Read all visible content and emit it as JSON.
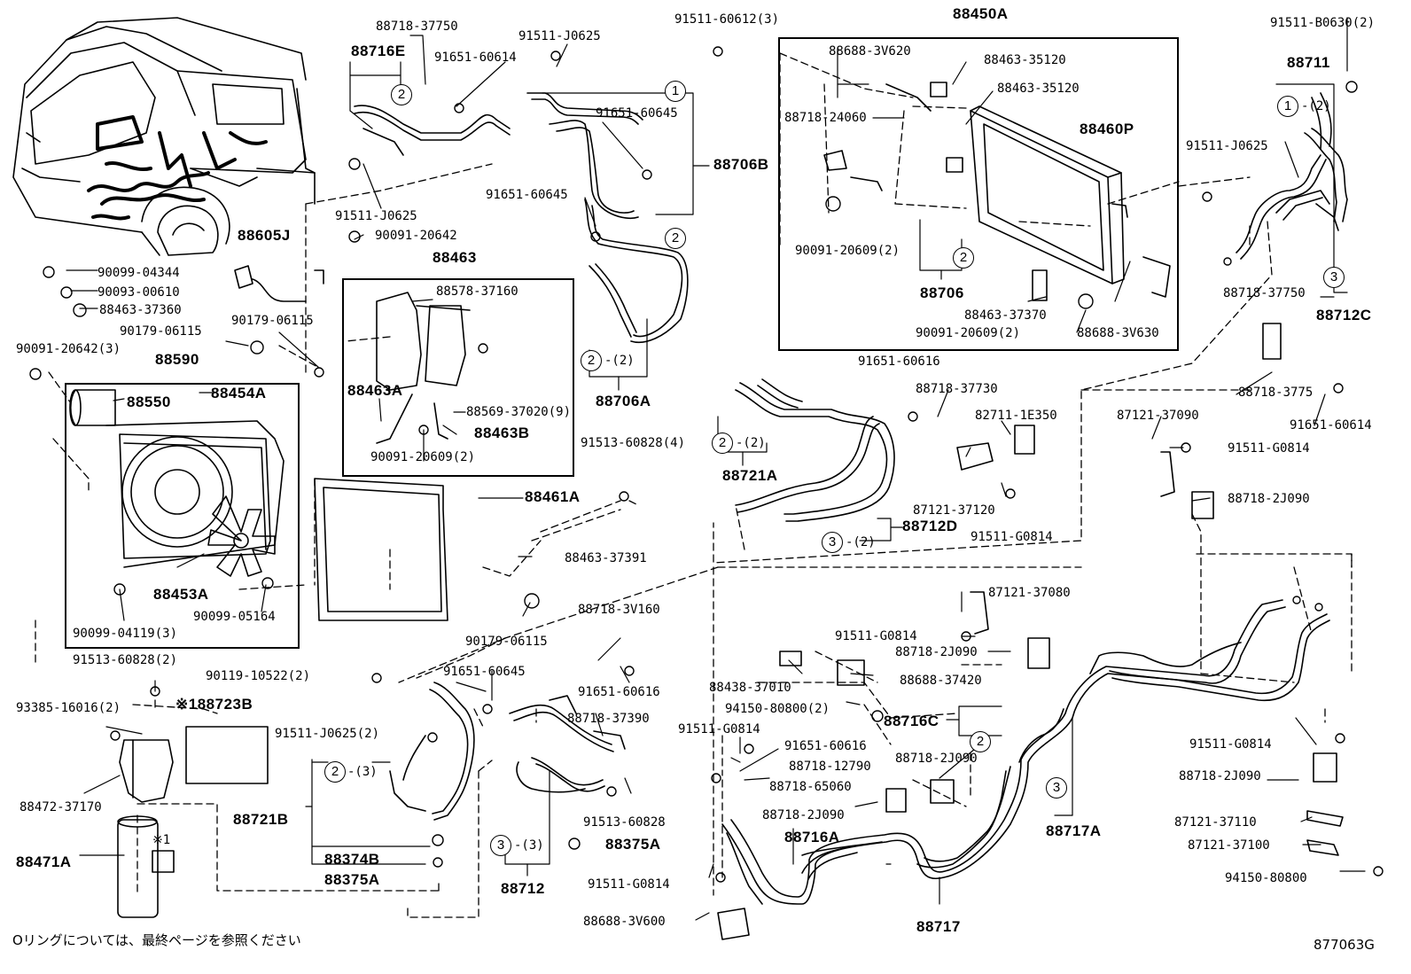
{
  "diagram": {
    "code": "877063G",
    "footnote": "Oリングについては、最終ページを参照ください",
    "parts": {
      "p88718_37750_top": "88718-37750",
      "p88716E": "88716E",
      "p91511_J0625_top": "91511-J0625",
      "p91651_60614_top": "91651-60614",
      "p91511_60612": "91511-60612(3)",
      "p88450A": "88450A",
      "p91511_B0630": "91511-B0630(2)",
      "p88688_3V620": "88688-3V620",
      "p88463_35120_a": "88463-35120",
      "p88463_35120_b": "88463-35120",
      "p88718_24060": "88718-24060",
      "p88460P": "88460P",
      "p88711": "88711",
      "p91511_J0625_right": "91511-J0625",
      "p91651_60645_top": "91651-60645",
      "p88706B": "88706B",
      "p91651_60645_mid": "91651-60645",
      "p91511_J0625_left": "91511-J0625",
      "p88605J": "88605J",
      "p90091_20642": "90091-20642",
      "p90091_20609_a": "90091-20609(2)",
      "p88706": "88706",
      "p88463_37370": "88463-37370",
      "p90091_20609_b": "90091-20609(2)",
      "p88688_3V630": "88688-3V630",
      "p88718_37750_right": "88718-37750",
      "p88712C": "88712C",
      "p90099_04344": "90099-04344",
      "p90093_00610": "90093-00610",
      "p88463_37360": "88463-37360",
      "p90179_06115_a": "90179-06115",
      "p90179_06115_b": "90179-06115",
      "p90091_20642_3": "90091-20642(3)",
      "p88590": "88590",
      "p88463": "88463",
      "p88578_37160": "88578-37160",
      "p88463A": "88463A",
      "p88569_37020": "88569-37020(9)",
      "p88463B": "88463B",
      "p90091_20609_c": "90091-20609(2)",
      "p88706A": "88706A",
      "p91651_60616_a": "91651-60616",
      "p88718_37730": "88718-37730",
      "p82711_1E350": "82711-1E350",
      "p88718_3775": "88718-3775",
      "p91651_60614_right": "91651-60614",
      "p87121_37090": "87121-37090",
      "p91511_G0814_a": "91511-G0814",
      "p88718_2J090_a": "88718-2J090",
      "p88550": "88550",
      "p88454A": "88454A",
      "p88721A": "88721A",
      "p91513_60828_4": "91513-60828(4)",
      "p87121_37120": "87121-37120",
      "p91511_G0814_b": "91511-G0814",
      "p88712D": "88712D",
      "p88461A": "88461A",
      "p88463_37391": "88463-37391",
      "p88453A": "88453A",
      "p90099_05164": "90099-05164",
      "p90099_04119": "90099-04119(3)",
      "p90179_06115_c": "90179-06115",
      "p88718_3V160": "88718-3V160",
      "p87121_37080": "87121-37080",
      "p91511_G0814_c": "91511-G0814",
      "p88718_2J090_b": "88718-2J090",
      "p91513_60828_2": "91513-60828(2)",
      "p90119_10522": "90119-10522(2)",
      "p91651_60645_low": "91651-60645",
      "p91651_60616_b": "91651-60616",
      "p88438_37010": "88438-37010",
      "p88688_37420": "88688-37420",
      "p93385_16016": "93385-16016(2)",
      "p88723B": "88723B",
      "p88723B_mark": "※1",
      "p94150_80800_2": "94150-80800(2)",
      "p88716C": "88716C",
      "p91511_J0625_2": "91511-J0625(2)",
      "p88718_37390": "88718-37390",
      "p91511_G0814_d": "91511-G0814",
      "p91651_60616_c": "91651-60616",
      "p88718_12790": "88718-12790",
      "p88718_2J090_c": "88718-2J090",
      "p91511_G0814_e": "91511-G0814",
      "p88718_2J090_d": "88718-2J090",
      "p88472_37170": "88472-37170",
      "p88721B": "88721B",
      "p88718_65060": "88718-65060",
      "p88718_2J090_e": "88718-2J090",
      "p91513_60828": "91513-60828",
      "p87121_37110": "87121-37110",
      "p88717A": "88717A",
      "p88716A": "88716A",
      "p87121_37100": "87121-37100",
      "p88471A": "88471A",
      "p88471A_mark": "※1",
      "p88374B": "88374B",
      "p88375A_a": "88375A",
      "p88375A_b": "88375A",
      "p88712": "88712",
      "p91511_G0814_f": "91511-G0814",
      "p94150_80800": "94150-80800",
      "p88688_3V600": "88688-3V600",
      "p88717": "88717"
    },
    "callouts": {
      "c1_top": "1",
      "c2_top": "2",
      "c2_716E": "2",
      "c2_706B": "2",
      "c2_706": "2",
      "c1_711": "1",
      "c1_711_qty": "-(2)",
      "c3_712C": "3",
      "c2_706A": "2",
      "c2_706A_qty": "-(2)",
      "c2_721A": "2",
      "c2_721A_qty": "-(2)",
      "c3_712D": "3",
      "c3_712D_qty": "-(2)",
      "c2_721B": "2",
      "c2_721B_qty": "-(3)",
      "c3_712": "3",
      "c3_712_qty": "-(3)",
      "c2_716C": "2",
      "c3_717A": "3"
    }
  }
}
